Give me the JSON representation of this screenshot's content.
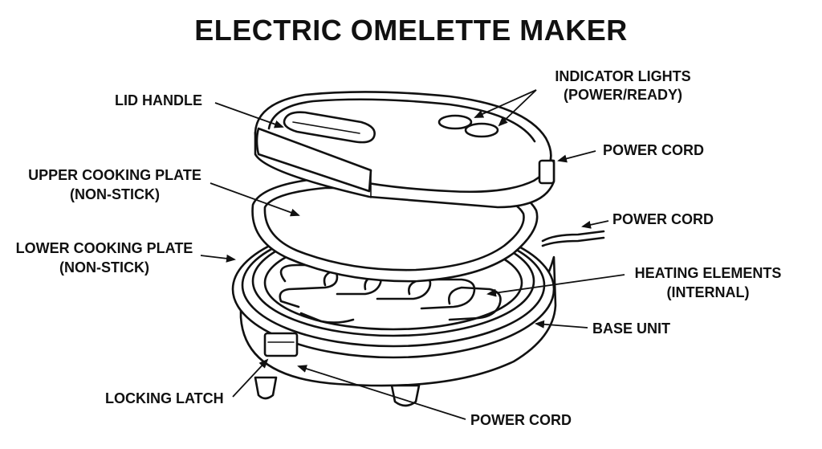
{
  "title": "ELECTRIC OMELETTE MAKER",
  "labels": {
    "lid_handle": "LID HANDLE",
    "indicator_lights_1": "INDICATOR LIGHTS",
    "indicator_lights_2": "(POWER/READY)",
    "power_cord_lid": "POWER CORD",
    "upper_plate_1": "UPPER COOKING PLATE",
    "upper_plate_2": "(NON-STICK)",
    "power_cord_side": "POWER CORD",
    "lower_plate_1": "LOWER COOKING PLATE",
    "lower_plate_2": "(NON-STICK)",
    "heating_1": "HEATING ELEMENTS",
    "heating_2": "(INTERNAL)",
    "base_unit": "BASE UNIT",
    "locking_latch": "LOCKING LATCH",
    "power_cord_bottom": "POWER CORD"
  },
  "colors": {
    "ink": "#111111",
    "background": "#ffffff"
  }
}
